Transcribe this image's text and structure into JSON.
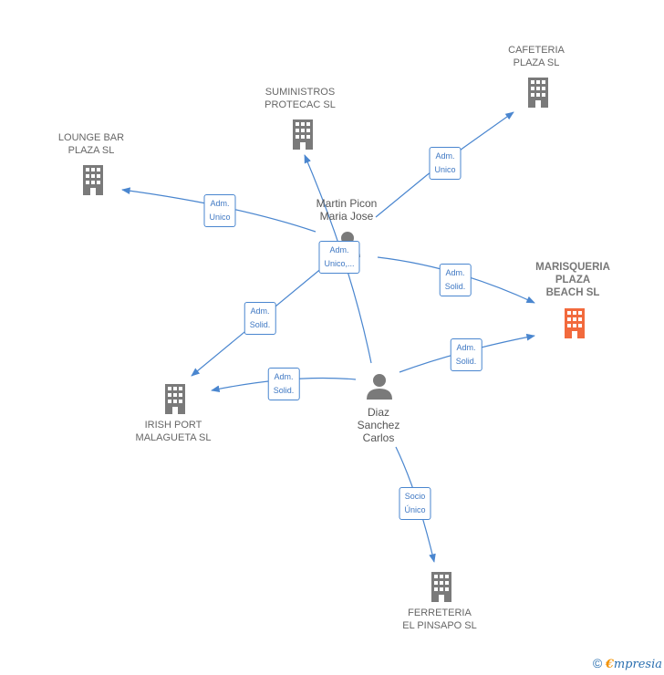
{
  "companies": {
    "cafeteria": {
      "line1": "CAFETERIA",
      "line2": "PLAZA SL"
    },
    "suministros": {
      "line1": "SUMINISTROS",
      "line2": "PROTECAC SL"
    },
    "lounge": {
      "line1": "LOUNGE BAR",
      "line2": "PLAZA SL"
    },
    "marisqueria": {
      "line1": "MARISQUERIA",
      "line2": "PLAZA",
      "line3": "BEACH  SL"
    },
    "irish": {
      "line1": "IRISH PORT",
      "line2": "MALAGUETA  SL"
    },
    "ferreteria": {
      "line1": "FERRETERIA",
      "line2": "EL PINSAPO  SL"
    }
  },
  "persons": {
    "martin": {
      "line1": "Martin Picon",
      "line2": "Maria Jose"
    },
    "diaz": {
      "line1": "Diaz",
      "line2": "Sanchez",
      "line3": "Carlos"
    }
  },
  "edges": {
    "martin_cafeteria": {
      "line1": "Adm.",
      "line2": "Unico"
    },
    "martin_lounge": {
      "line1": "Adm.",
      "line2": "Unico"
    },
    "martin_multi": {
      "line1": "Adm.",
      "line2": "Unico,..."
    },
    "martin_marisqueria": {
      "line1": "Adm.",
      "line2": "Solid."
    },
    "martin_irish": {
      "line1": "Adm.",
      "line2": "Solid."
    },
    "diaz_marisqueria": {
      "line1": "Adm.",
      "line2": "Solid."
    },
    "diaz_irish": {
      "line1": "Adm.",
      "line2": "Solid."
    },
    "diaz_ferreteria": {
      "line1": "Socio",
      "line2": "Único"
    }
  },
  "colors": {
    "edge": "#4a86cf",
    "building": "#7a7a7a",
    "building_highlight": "#f26a3d",
    "person": "#7a7a7a"
  },
  "footer": {
    "copyright": "©",
    "brand_initial": "€",
    "brand_rest": "mpresia"
  }
}
